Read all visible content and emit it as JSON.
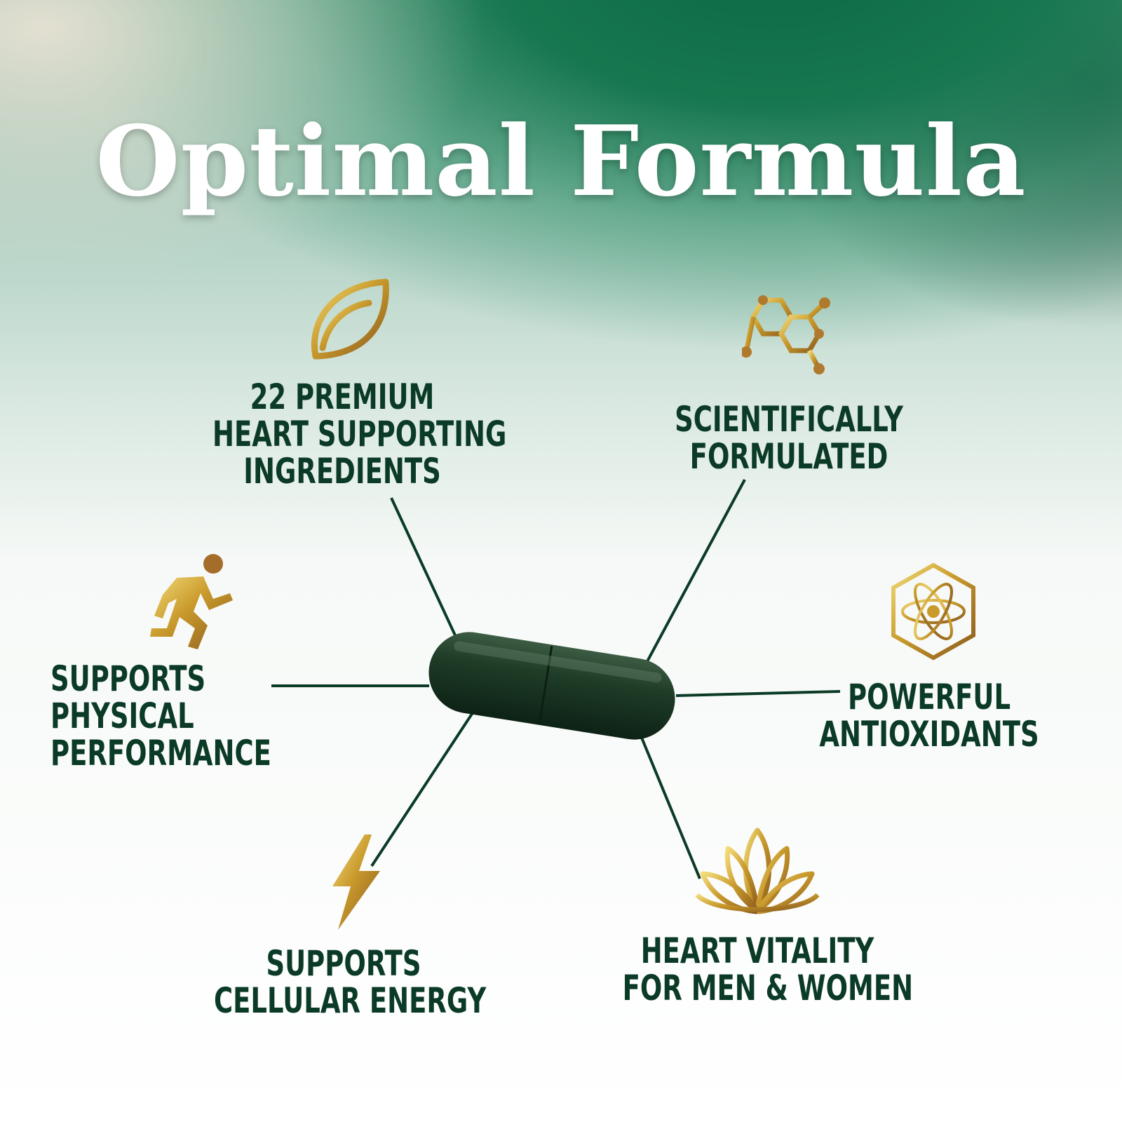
{
  "title": "Optimal Formula",
  "features": {
    "ingredients": {
      "lines": [
        "22 PREMIUM",
        "HEART SUPPORTING",
        "INGREDIENTS"
      ],
      "icon": "leaf-icon"
    },
    "scientific": {
      "lines": [
        "SCIENTIFICALLY",
        "FORMULATED"
      ],
      "icon": "molecule-icon"
    },
    "physical": {
      "lines": [
        "SUPPORTS",
        "PHYSICAL",
        "PERFORMANCE"
      ],
      "icon": "runner-icon"
    },
    "antioxidants": {
      "lines": [
        "POWERFUL",
        "ANTIOXIDANTS"
      ],
      "icon": "atom-hexagon-icon"
    },
    "cellular": {
      "lines": [
        "SUPPORTS",
        "CELLULAR ENERGY"
      ],
      "icon": "lightning-bolt-icon"
    },
    "vitality": {
      "lines": [
        "HEART VITALITY",
        "FOR MEN & WOMEN"
      ],
      "icon": "lotus-icon"
    }
  },
  "colors": {
    "text_green": "#0b3b27",
    "gold": "#c9a43a",
    "capsule": "#1c3a25"
  }
}
